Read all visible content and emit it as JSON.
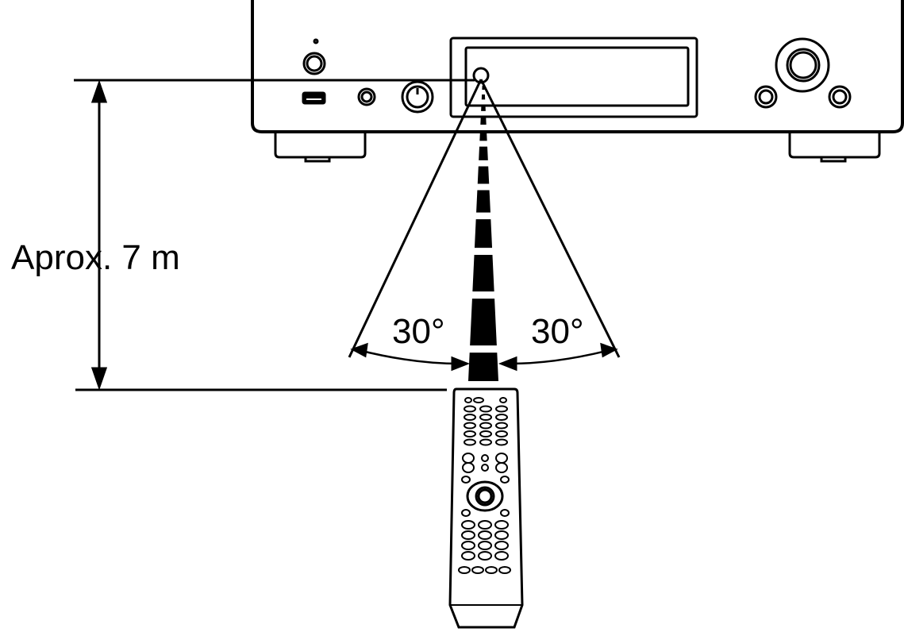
{
  "labels": {
    "distance": "Aprox. 7 m",
    "angle_left": "30°",
    "angle_right": "30°"
  },
  "colors": {
    "line": "#000000",
    "background": "#ffffff"
  }
}
